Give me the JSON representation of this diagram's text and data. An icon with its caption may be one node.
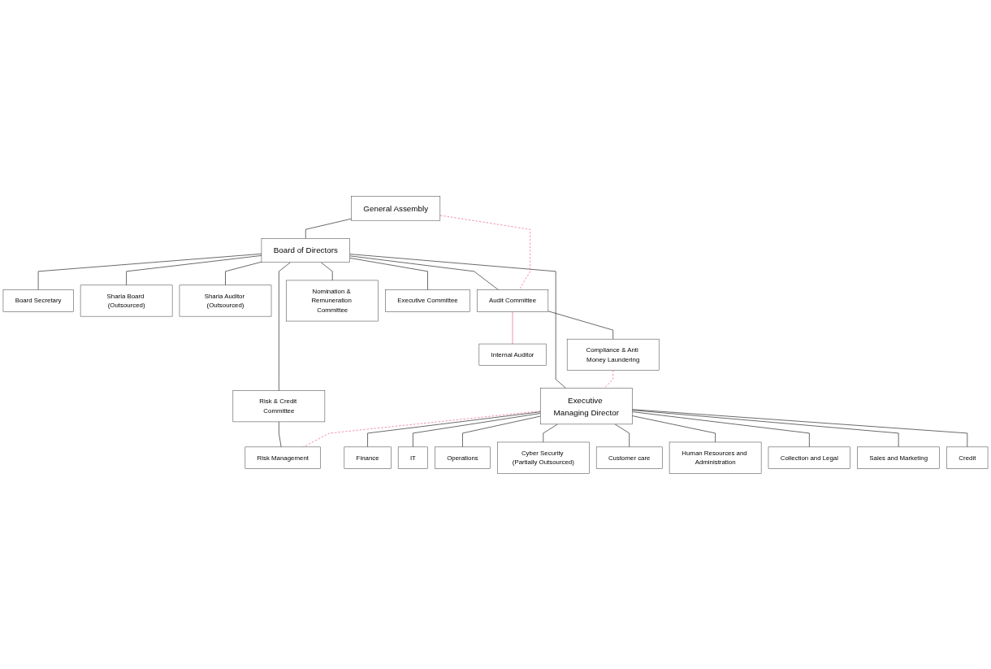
{
  "diagram": {
    "nodes": [
      {
        "text": [
          "General Assembly"
        ]
      },
      {
        "text": [
          "Board of Directors"
        ]
      },
      {
        "text": [
          "Board Secretary"
        ]
      },
      {
        "text": [
          "Sharia Board (Outsourced)"
        ]
      },
      {
        "text": [
          "Sharia Auditor (Outsourced)"
        ]
      },
      {
        "text": [
          "Audit Committee"
        ]
      },
      {
        "text": [
          "Nomination & Remuneration Committee"
        ]
      },
      {
        "text": [
          "Executive Committee"
        ]
      },
      {
        "text": [
          "Risk & Credit Committee"
        ]
      },
      {
        "text": [
          "Compliance & Anti Money Laundering"
        ]
      },
      {
        "text": [
          "Executive Managing Director"
        ]
      },
      {
        "text": [
          "Risk Management"
        ]
      },
      {
        "text": [
          "Internal Auditor"
        ]
      },
      {
        "text": [
          "Finance"
        ]
      },
      {
        "text": [
          "IT"
        ]
      },
      {
        "text": [
          "Operations"
        ]
      },
      {
        "text": [
          "Cyber Security (Partially Outsourced)"
        ]
      },
      {
        "text": [
          "Customer care"
        ]
      },
      {
        "text": [
          "Human Resources and Administration"
        ]
      },
      {
        "text": [
          "Collection and Legal"
        ]
      },
      {
        "text": [
          "Sales and Marketing"
        ]
      },
      {
        "text": [
          "Credit"
        ]
      }
    ],
    "edges": [
      {
        "from": 0,
        "to": 1,
        "arrow": "none"
      },
      {
        "from": 1,
        "to": 2,
        "arrow": "none"
      },
      {
        "from": 1,
        "to": 3,
        "arrow": "none"
      },
      {
        "from": 1,
        "to": 4,
        "arrow": "none"
      },
      {
        "from": 1,
        "to": 5,
        "arrow": "none"
      },
      {
        "from": 1,
        "to": 6,
        "arrow": "none"
      },
      {
        "from": 1,
        "to": 7,
        "arrow": "none"
      },
      {
        "from": 1,
        "to": 8,
        "arrow": "none"
      },
      {
        "from": 1,
        "to": 10,
        "arrow": "none"
      },
      {
        "from": 0,
        "to": 5,
        "arrow": "none",
        "style": "dashed",
        "color": "#e8437a"
      },
      {
        "from": 5,
        "to": 9,
        "arrow": "none"
      },
      {
        "from": 8,
        "to": 11,
        "arrow": "none"
      },
      {
        "from": 9,
        "to": 10,
        "arrow": "none",
        "style": "dashed",
        "color": "#e8437a"
      },
      {
        "from": 10,
        "to": 11,
        "arrow": "none",
        "style": "dashed",
        "color": "#e8437a"
      },
      {
        "from": 5,
        "to": 12,
        "arrow": "none",
        "color": "#e8437a"
      },
      {
        "from": 10,
        "to": 13,
        "arrow": "none"
      },
      {
        "from": 10,
        "to": 14,
        "arrow": "none"
      },
      {
        "from": 10,
        "to": 15,
        "arrow": "none"
      },
      {
        "from": 10,
        "to": 16,
        "arrow": "none"
      },
      {
        "from": 10,
        "to": 17,
        "arrow": "none"
      },
      {
        "from": 10,
        "to": 18,
        "arrow": "none"
      },
      {
        "from": 10,
        "to": 19,
        "arrow": "none"
      },
      {
        "from": 10,
        "to": 20,
        "arrow": "none"
      },
      {
        "from": 10,
        "to": 21,
        "arrow": "none"
      }
    ]
  }
}
